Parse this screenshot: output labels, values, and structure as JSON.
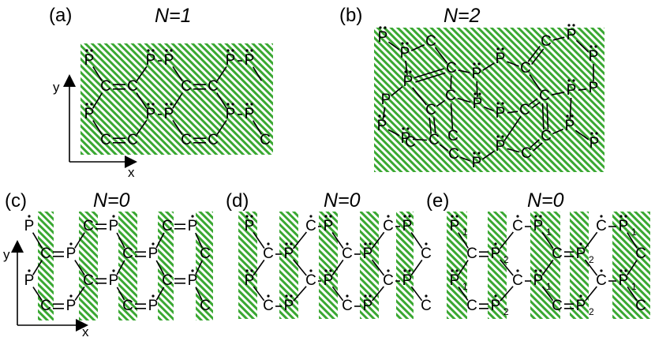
{
  "panels": {
    "a": {
      "label": "(a)",
      "title": "N=1"
    },
    "b": {
      "label": "(b)",
      "title": "N=2"
    },
    "c": {
      "label": "(c)",
      "title": "N=0"
    },
    "d": {
      "label": "(d)",
      "title": "N=0"
    },
    "e": {
      "label": "(e)",
      "title": "N=0"
    }
  },
  "axes": {
    "x": "x",
    "y": "y"
  },
  "atoms": {
    "P": "P",
    "C": "C",
    "sub1": "1",
    "sub2": "2"
  },
  "colors": {
    "hatch_green": "#3aa832",
    "hatch_bg": "#ffffff"
  }
}
